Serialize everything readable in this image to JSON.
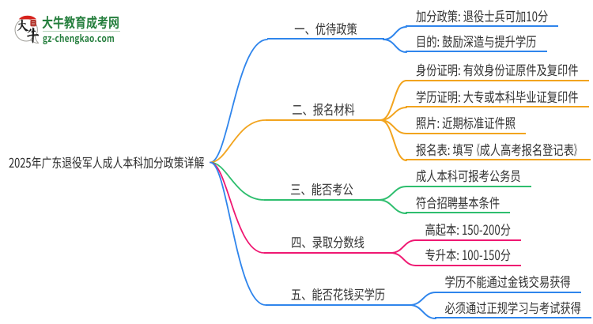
{
  "logo": {
    "title": "大牛教育成考网",
    "domain": "gz-chengkao.com",
    "icon_char_top": "大",
    "icon_char_bottom": "牛",
    "brand_green": "#267f3e",
    "brand_red": "#d7231d"
  },
  "root": {
    "label": "2025年广东退役军人成人本科加分政策详解"
  },
  "branches": [
    {
      "label": "一、优待政策",
      "color": "#2f85ec",
      "children": [
        "加分政策: 退役士兵可加10分",
        "目的: 鼓励深造与提升学历"
      ]
    },
    {
      "label": "二、报名材料",
      "color": "#f2a41e",
      "children": [
        "身份证明: 有效身份证原件及复印件",
        "学历证明: 大专或本科毕业证复印件",
        "照片: 近期标准证件照",
        "报名表: 填写《成人高考报名登记表》"
      ]
    },
    {
      "label": "三、能否考公",
      "color": "#2ebe6e",
      "children": [
        "成人本科可报考公务员",
        "符合招聘基本条件"
      ]
    },
    {
      "label": "四、录取分数线",
      "color": "#ef1872",
      "children": [
        "高起本: 150-200分",
        "专升本: 100-150分"
      ]
    },
    {
      "label": "五、能否花钱买学历",
      "color": "#2f85ec",
      "children": [
        "学历不能通过金钱交易获得",
        "必须通过正规学习与考试获得"
      ]
    }
  ]
}
